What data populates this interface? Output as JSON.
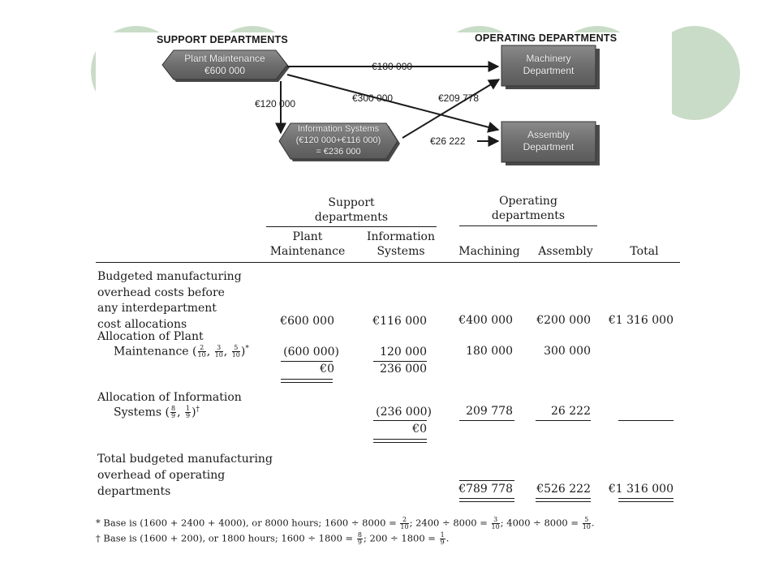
{
  "diagram": {
    "support_header": "SUPPORT DEPARTMENTS",
    "operating_header": "OPERATING DEPARTMENTS",
    "plant": {
      "line1": "Plant Maintenance",
      "line2": "€600 000"
    },
    "info": {
      "line1": "Information Systems",
      "line2": "(€120 000+€116 000)",
      "line3": "= €236 000"
    },
    "machinery": {
      "line1": "Machinery",
      "line2": "Department"
    },
    "assembly": {
      "line1": "Assembly",
      "line2": "Department"
    },
    "arrows": {
      "plant_to_machinery": "€180 000",
      "plant_to_info": "€120 000",
      "plant_to_assembly": "€300 000",
      "info_to_machinery": "€209 778",
      "info_to_assembly": "€26 222"
    }
  },
  "table": {
    "group_support": {
      "line1": "Support",
      "line2": "departments"
    },
    "group_operating": {
      "line1": "Operating",
      "line2": "departments"
    },
    "columns": {
      "plant": {
        "line1": "Plant",
        "line2": "Maintenance"
      },
      "info": {
        "line1": "Information",
        "line2": "Systems"
      },
      "machining": "Machining",
      "assembly": "Assembly",
      "total": "Total"
    },
    "row_budgeted": {
      "label": [
        "Budgeted manufacturing",
        "overhead costs before",
        "any interdepartment",
        "cost allocations"
      ],
      "plant": "€600 000",
      "info": "€116 000",
      "machining": "€400 000",
      "assembly": "€200 000",
      "total": "€1 316 000"
    },
    "row_alloc_plant": {
      "label1": "Allocation of Plant",
      "label2": "Maintenance",
      "fractions": [
        {
          "n": "2",
          "d": "10"
        },
        {
          "n": "3",
          "d": "10"
        },
        {
          "n": "5",
          "d": "10"
        }
      ],
      "mark": "*",
      "plant": "(600 000)",
      "info": "120 000",
      "machining": "180 000",
      "assembly": "300 000",
      "plant_result": "€0",
      "info_result": "236 000"
    },
    "row_alloc_info": {
      "label1": "Allocation of Information",
      "label2": "Systems",
      "fractions": [
        {
          "n": "8",
          "d": "9"
        },
        {
          "n": "1",
          "d": "9"
        }
      ],
      "mark": "†",
      "info": "(236 000)",
      "machining": "209 778",
      "assembly": "26 222",
      "info_result": "€0"
    },
    "row_total": {
      "label": [
        "Total budgeted manufacturing",
        "overhead of operating",
        "departments"
      ],
      "machining": "€789 778",
      "assembly": "€526 222",
      "total": "€1 316 000"
    },
    "footnotes": {
      "star_prefix": "* Base is (1600 + 2400 + 4000), or 8000 hours; 1600 ÷ 8000 =",
      "star_f1": {
        "n": "2",
        "d": "10"
      },
      "star_mid1": "; 2400 ÷ 8000 =",
      "star_f2": {
        "n": "3",
        "d": "10"
      },
      "star_mid2": "; 4000 ÷ 8000 =",
      "star_f3": {
        "n": "5",
        "d": "10"
      },
      "dagger_prefix": "† Base is (1600 + 200), or 1800 hours; 1600 ÷ 1800 =",
      "dagger_f1": {
        "n": "8",
        "d": "9"
      },
      "dagger_mid": "; 200 ÷ 1800 =",
      "dagger_f2": {
        "n": "1",
        "d": "9"
      }
    }
  }
}
